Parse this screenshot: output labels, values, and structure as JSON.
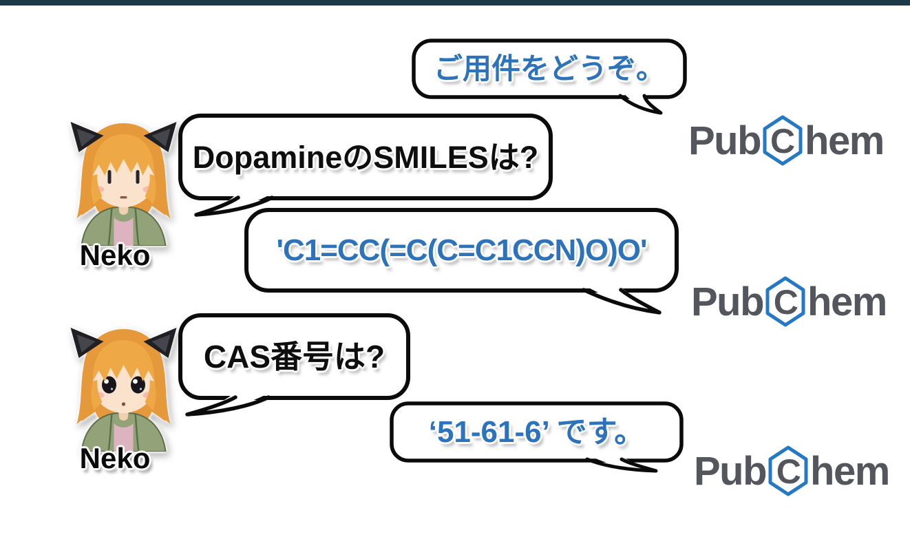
{
  "slide": {
    "top_bar_color": "#1c3947",
    "background_color": "#ffffff"
  },
  "neko": {
    "label": "Neko"
  },
  "pubchem_logo": {
    "pub": "Pub",
    "c": "C",
    "hem": "hem",
    "hexagon_color": "#2478c4",
    "text_color": "#53565c"
  },
  "bubbles": [
    {
      "id": "greeting",
      "speaker": "pubchem",
      "text": "ご用件をどうぞ。",
      "text_color": "#2d73bc",
      "tail": "bottom-right"
    },
    {
      "id": "question-smiles",
      "speaker": "neko",
      "text": "DopamineのSMILESは?",
      "text_color": "#0e0e0e",
      "tail": "bottom-left"
    },
    {
      "id": "answer-smiles",
      "speaker": "pubchem",
      "text": "'C1=CC(=C(C=C1CCN)O)O'",
      "text_color": "#2d73bc",
      "tail": "bottom-right"
    },
    {
      "id": "question-cas",
      "speaker": "neko",
      "text": "CAS番号は?",
      "text_color": "#0e0e0e",
      "tail": "bottom-left"
    },
    {
      "id": "answer-cas",
      "speaker": "pubchem",
      "text": "‘51-61-6’ です。",
      "text_color": "#2d73bc",
      "tail": "bottom-right"
    }
  ]
}
